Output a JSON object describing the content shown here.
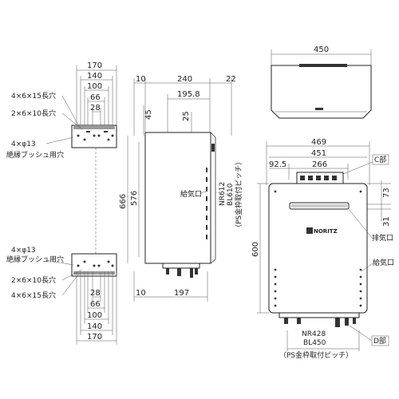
{
  "bracket_top": {
    "w170": "170",
    "w140": "140",
    "w100": "100",
    "w66": "66",
    "w28": "28",
    "hole1": "4×6×15長穴",
    "hole2": "2×6×10長穴",
    "hole3": "4×φ13",
    "bush": "絶縁ブッシュ用穴"
  },
  "bracket_bottom": {
    "hole3": "4×φ13",
    "bush": "絶縁ブッシュ用穴",
    "hole2": "2×6×10長穴",
    "hole1": "4×6×15長穴",
    "w28": "28",
    "w66": "66",
    "w100": "100",
    "w140": "140",
    "w170": "170"
  },
  "side_view": {
    "d10": "10",
    "d240": "240",
    "d22": "22",
    "d195": "195.8",
    "d45": "45",
    "d25": "25",
    "h666": "666",
    "h576": "576",
    "d10b": "10",
    "d197": "197",
    "intake": "給気口",
    "nr612": "NR612",
    "bl610": "BL610",
    "pitch": "（PS金枠取付ピッチ）"
  },
  "top_view": {
    "w450": "450"
  },
  "front_view": {
    "w469": "469",
    "w451": "451",
    "w92": "92.5",
    "w266": "266",
    "c_label": "C部",
    "h73": "73",
    "h31": "31",
    "h600": "600",
    "exhaust": "排気口",
    "intake": "給気口",
    "d_label": "D部",
    "nr428": "NR428",
    "bl450": "BL450",
    "pitch": "（PS金枠取付ピッチ）",
    "brand": "NORITZ"
  }
}
